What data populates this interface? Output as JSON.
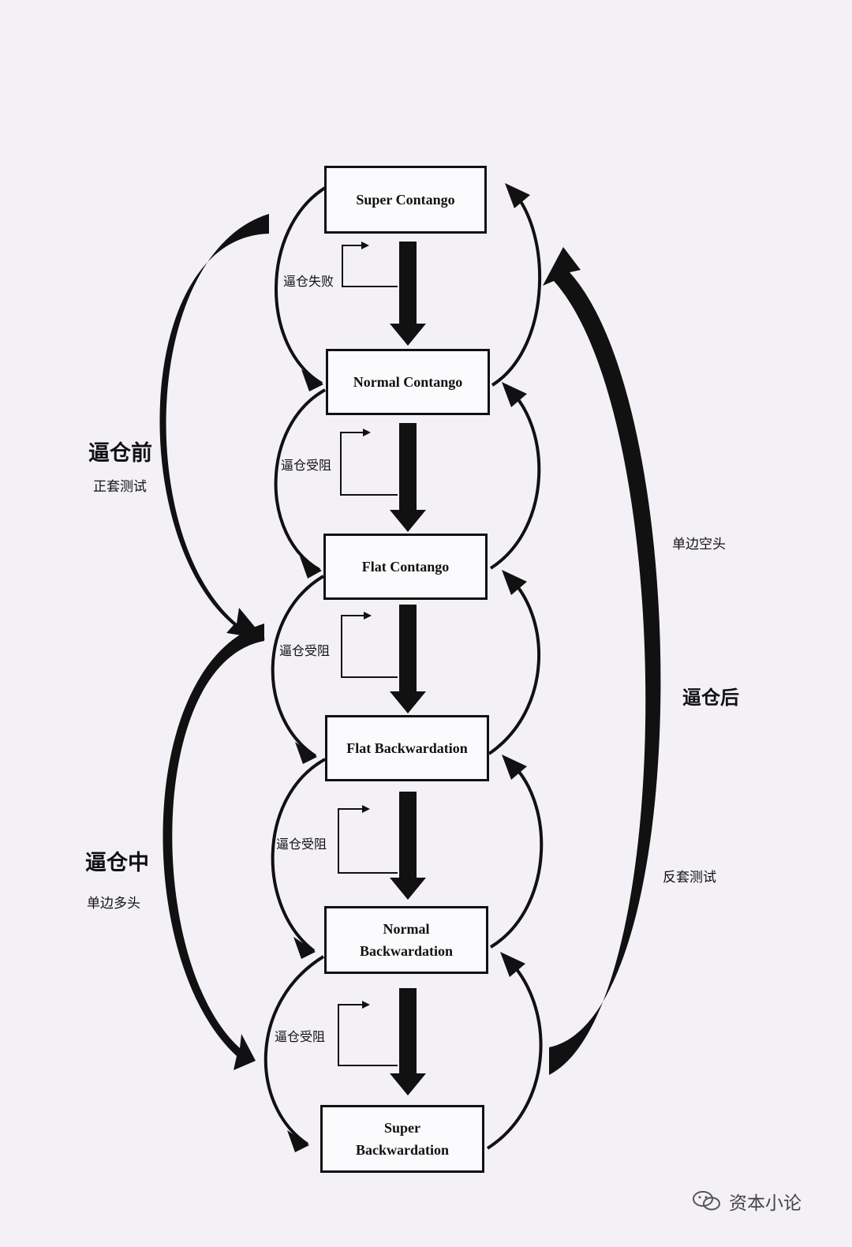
{
  "states": [
    {
      "id": "super-contango",
      "label": "Super Contango"
    },
    {
      "id": "normal-contango",
      "label": "Normal Contango"
    },
    {
      "id": "flat-contango",
      "label": "Flat Contango"
    },
    {
      "id": "flat-backwardation",
      "label": "Flat Backwardation"
    },
    {
      "id": "normal-backwardation",
      "label": "Normal\nBackwardation"
    },
    {
      "id": "super-backwardation",
      "label": "Super\nBackwardation"
    }
  ],
  "transition_labels": [
    "逼仓失败",
    "逼仓受阻",
    "逼仓受阻",
    "逼仓受阻",
    "逼仓受阻"
  ],
  "left_labels": {
    "before_title": "逼仓前",
    "before_sub": "正套测试",
    "during_title": "逼仓中",
    "during_sub": "单边多头"
  },
  "right_labels": {
    "short": "单边空头",
    "after_title": "逼仓后",
    "reverse_test": "反套测试"
  },
  "watermark": {
    "text": "资本小论",
    "icon": "wechat-icon"
  }
}
